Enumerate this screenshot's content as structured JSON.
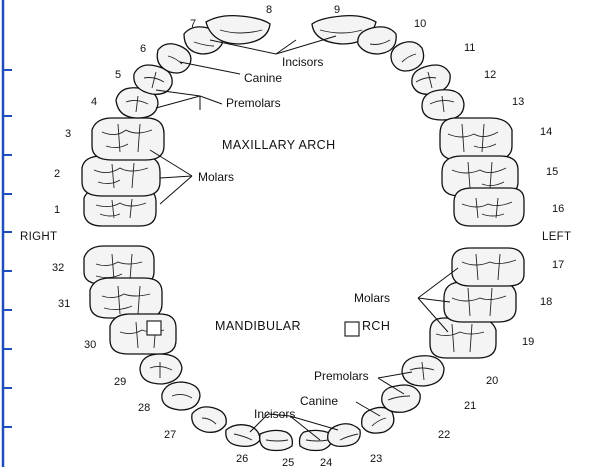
{
  "diagram": {
    "title": "MAXILLARY ARCH",
    "lower_title": "MANDIBULAR",
    "lower_title_tail": "RCH",
    "right_label": "RIGHT",
    "left_label": "LEFT",
    "upper_labels": {
      "incisors": "Incisors",
      "canine": "Canine",
      "premolars": "Premolars",
      "molars": "Molars"
    },
    "lower_labels": {
      "molars": "Molars",
      "premolars": "Premolars",
      "canine": "Canine",
      "incisors": "Incisors"
    },
    "tooth_numbers": [
      "1",
      "2",
      "3",
      "4",
      "5",
      "6",
      "7",
      "8",
      "9",
      "10",
      "11",
      "12",
      "13",
      "14",
      "15",
      "16",
      "17",
      "18",
      "19",
      "20",
      "21",
      "22",
      "23",
      "24",
      "25",
      "26",
      "27",
      "28",
      "29",
      "30",
      "31",
      "32"
    ]
  },
  "colors": {
    "left_border": "#1f4fbf",
    "ink": "#111111",
    "tooth_fill": "#f4f4f4"
  }
}
